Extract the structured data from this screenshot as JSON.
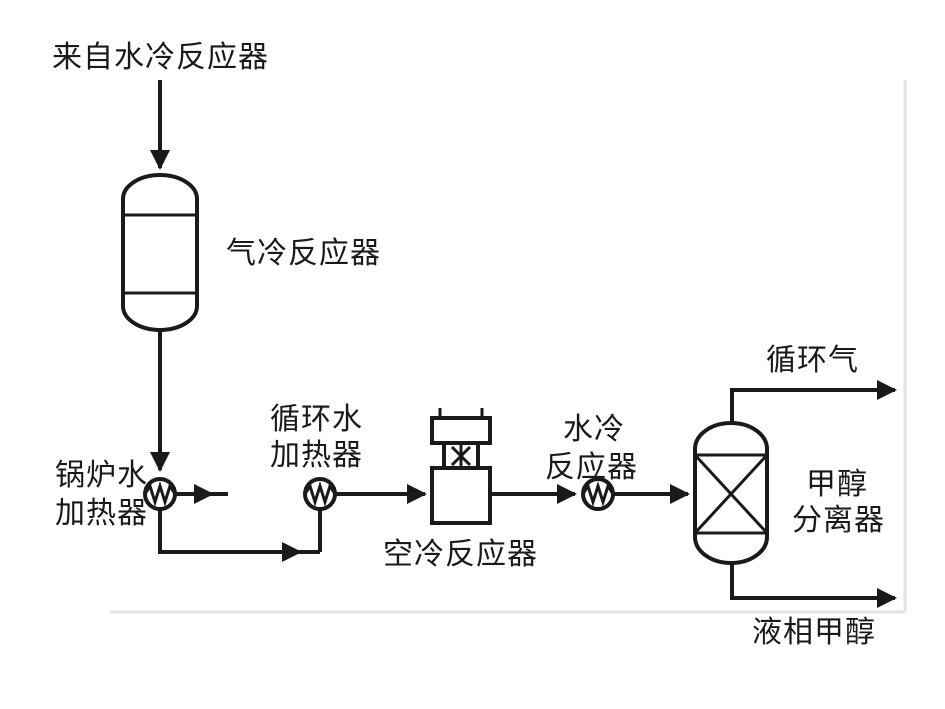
{
  "labels": {
    "source_water_cooled": "来自水冷反应器",
    "gas_cooled_reactor": "气冷反应器",
    "boiler_heater_line1": "锅炉水",
    "boiler_heater_line2": "加热器",
    "circ_heater_line1": "循环水",
    "circ_heater_line2": "加热器",
    "air_cooled_reactor": "空冷反应器",
    "water_cooled_line1": "水冷",
    "water_cooled_line2": "反应器",
    "recycle_gas": "循环气",
    "separator_line1": "甲醇",
    "separator_line2": "分离器",
    "liquid_methanol": "液相甲醇"
  },
  "colors": {
    "line": "#1a1a1a",
    "background": "#ffffff"
  },
  "icons": {
    "heat_exchanger": "heat-exchanger-icon",
    "fan": "fan-icon"
  }
}
